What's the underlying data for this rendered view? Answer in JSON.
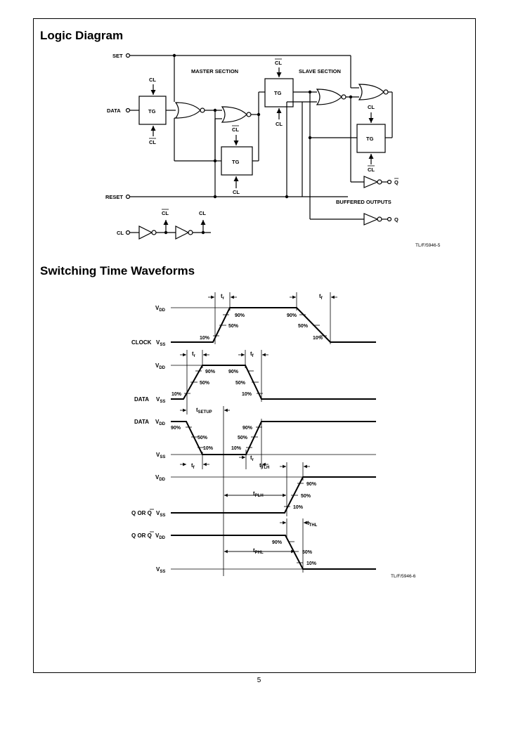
{
  "sections": {
    "logic_title": "Logic Diagram",
    "wave_title": "Switching Time Waveforms"
  },
  "logic": {
    "set": "SET",
    "data": "DATA",
    "reset": "RESET",
    "cl": "CL",
    "cl_bar": "CL",
    "tg": "TG",
    "master": "MASTER SECTION",
    "slave": "SLAVE SECTION",
    "buffered": "BUFFERED OUTPUTS",
    "q": "Q",
    "q_bar": "Q",
    "ref": "TL/F/5946-5"
  },
  "waves": {
    "vdd": "V",
    "vdd_sub": "DD",
    "vss": "V",
    "vss_sub": "SS",
    "clock": "CLOCK",
    "data": "DATA",
    "q_or_qbar": "Q OR Q",
    "p90": "90%",
    "p50": "50%",
    "p10": "10%",
    "tr": "t",
    "tr_sub": "r",
    "tf": "t",
    "tf_sub": "f",
    "tsetup": "t",
    "tsetup_sub": "SETUP",
    "ttlh": "t",
    "ttlh_sub": "TLH",
    "tplh": "t",
    "tplh_sub": "PLH",
    "tphl": "t",
    "tphl_sub": "PHL",
    "tthl": "t",
    "tthl_sub": "THL",
    "ref": "TL/F/5946-6"
  },
  "page_number": "5"
}
